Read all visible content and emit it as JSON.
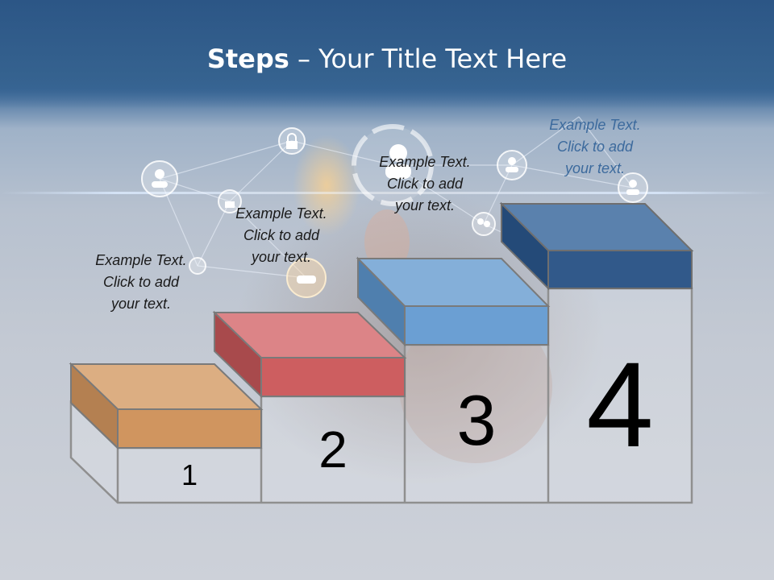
{
  "title": {
    "bold": "Steps",
    "rest": " – Your Title Text Here"
  },
  "steps": [
    {
      "number": "1",
      "color": "#d4a06a",
      "lines": [
        "Example Text.",
        "Click  to add",
        "your text."
      ]
    },
    {
      "number": "2",
      "color": "#cf5d5f",
      "lines": [
        "Example Text.",
        "Click  to add",
        "your text."
      ]
    },
    {
      "number": "3",
      "color": "#6d9fd3",
      "lines": [
        "Example Text.",
        "Click  to add",
        "your text."
      ]
    },
    {
      "number": "4",
      "color": "#30598a",
      "lines": [
        "Example Text.",
        "Click  to add",
        "your text."
      ]
    }
  ],
  "icons": [
    "person-icon",
    "lock-icon",
    "group-icon"
  ]
}
